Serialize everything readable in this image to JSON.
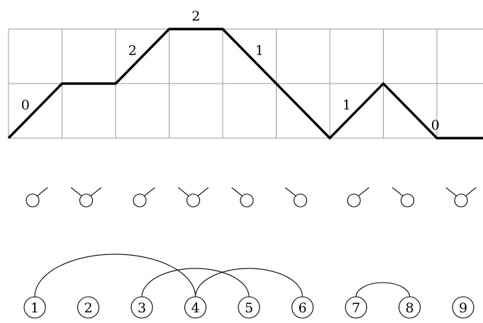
{
  "path": {
    "heights": [
      0,
      1,
      1,
      2,
      2,
      1,
      0,
      1,
      0
    ],
    "step_labels": [
      {
        "step": 1,
        "text": "0"
      },
      {
        "step": 3,
        "text": "2"
      },
      {
        "step": 4,
        "text": "2"
      },
      {
        "step": 5,
        "text": "1"
      },
      {
        "step": 7,
        "text": "1"
      },
      {
        "step": 8,
        "text": "0"
      }
    ]
  },
  "glyphs": [
    "right",
    "both",
    "right",
    "both",
    "left",
    "left",
    "right",
    "left",
    "both"
  ],
  "nodes": [
    "1",
    "2",
    "3",
    "4",
    "5",
    "6",
    "7",
    "8",
    "9"
  ],
  "arcs": [
    [
      1,
      4
    ],
    [
      3,
      5
    ],
    [
      4,
      6
    ],
    [
      7,
      8
    ]
  ]
}
